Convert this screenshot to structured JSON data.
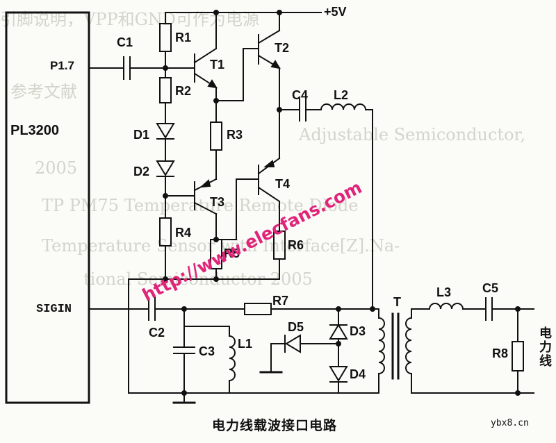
{
  "title": "电力线载波接口电路",
  "watermark": "http://www.elecfans.com",
  "credit": "ybx8.cn",
  "ic": {
    "name": "PL3200",
    "pin_p17": "P1.7",
    "pin_sigin": "SIGIN"
  },
  "supply": "+5V",
  "components": {
    "C1": "C1",
    "C2": "C2",
    "C3": "C3",
    "C4": "C4",
    "C5": "C5",
    "R1": "R1",
    "R2": "R2",
    "R3": "R3",
    "R4": "R4",
    "R5": "R5",
    "R6": "R6",
    "R7": "R7",
    "R8": "R8",
    "D1": "D1",
    "D2": "D2",
    "D3": "D3",
    "D4": "D4",
    "D5": "D5",
    "T1": "T1",
    "T2": "T2",
    "T3": "T3",
    "T4": "T4",
    "L1": "L1",
    "L2": "L2",
    "L3": "L3",
    "T": "T"
  },
  "power_line": "电力线",
  "background_ghost_text": [
    "引脚说明，VPP和GND可作为电源",
    "参考文献",
    "Adjustable Semiconductor,",
    "2005",
    "TP PM75 Temperature Remote Diode",
    "Temperature Sensor with Interface[Z].Na-",
    "tional Semiconductor 2005"
  ]
}
